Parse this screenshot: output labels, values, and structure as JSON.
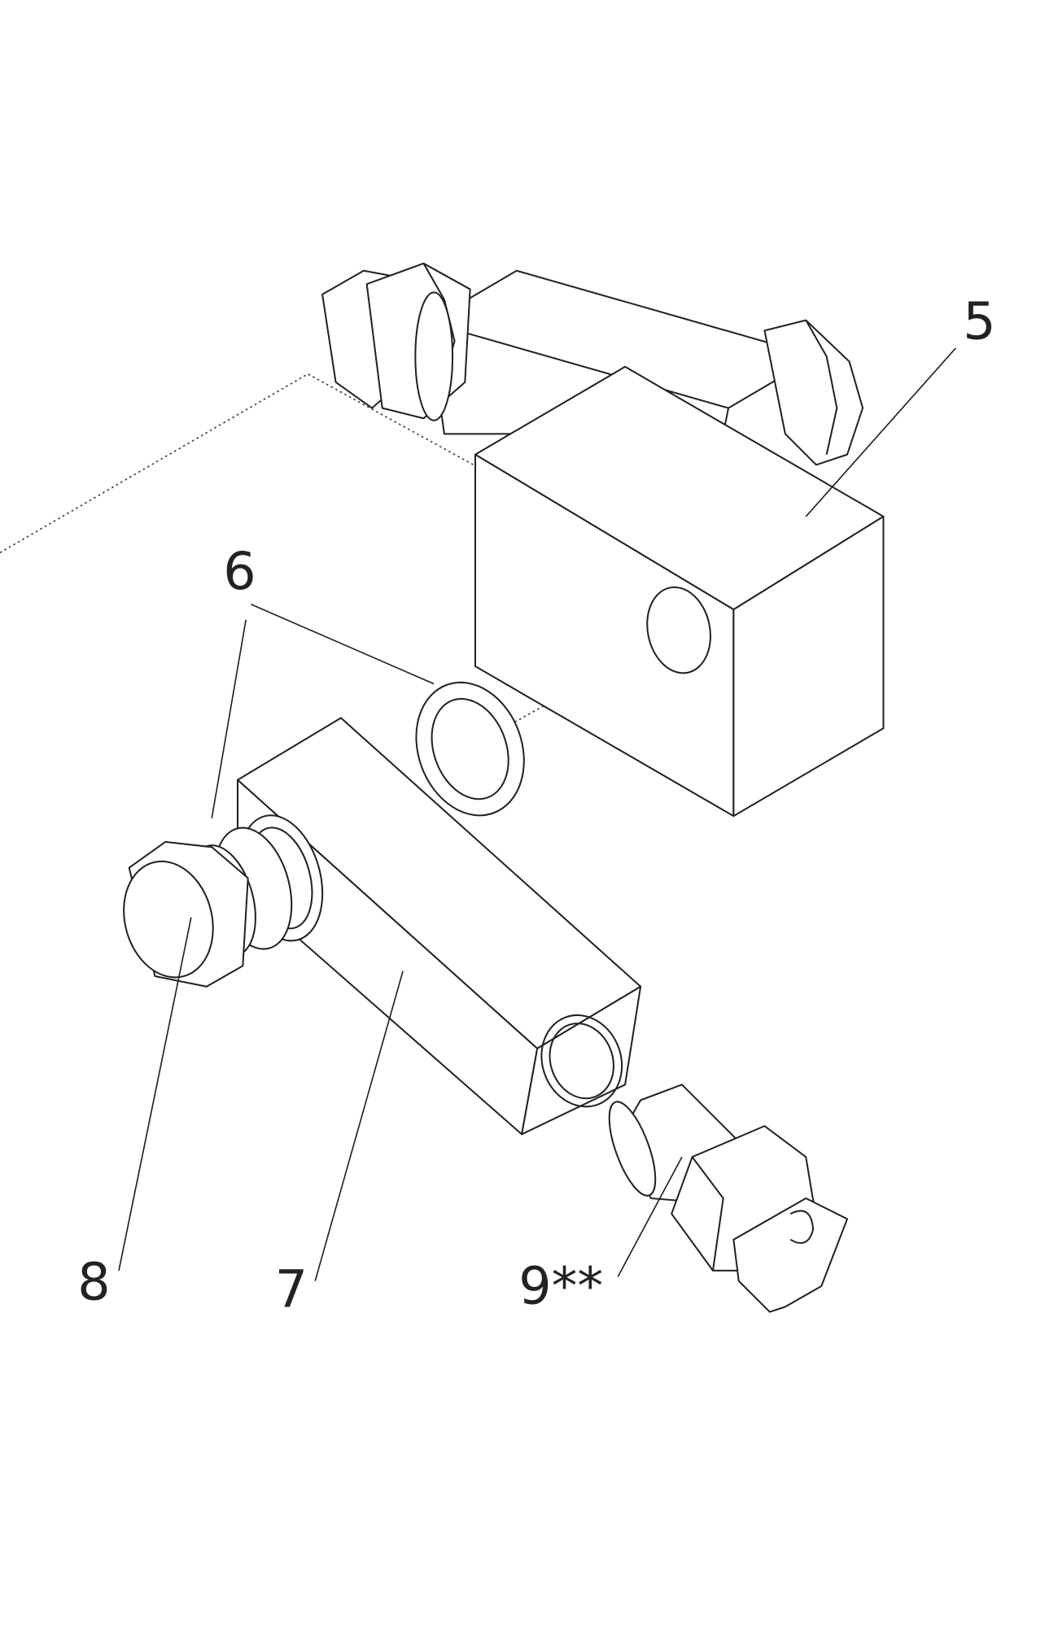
{
  "diagram": {
    "type": "exploded parts view",
    "callouts": {
      "part_5": "5",
      "part_6": "6",
      "part_7": "7",
      "part_8": "8",
      "part_9": "9**"
    }
  }
}
